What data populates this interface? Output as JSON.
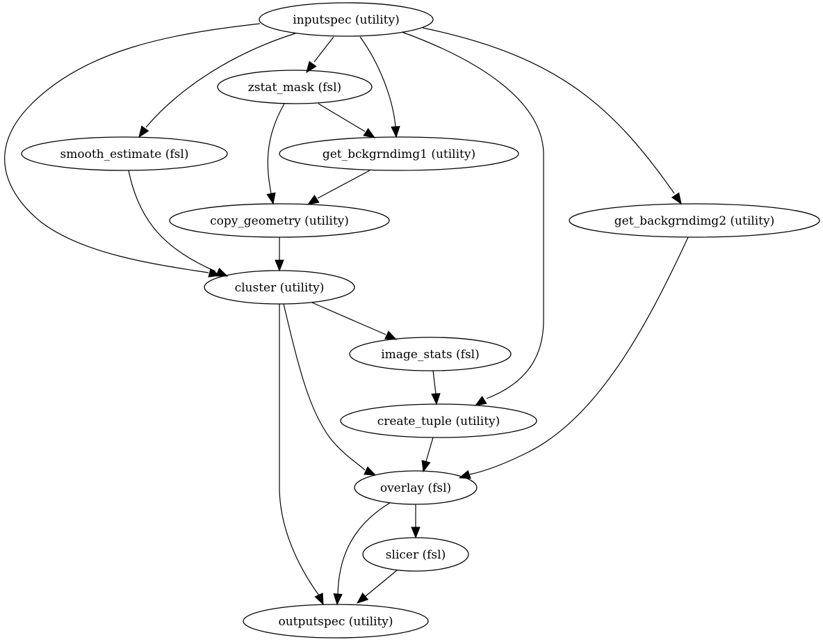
{
  "graph": {
    "type": "directed-workflow",
    "nodes": [
      {
        "id": "inputspec",
        "label": "inputspec (utility)"
      },
      {
        "id": "zstat_mask",
        "label": "zstat_mask (fsl)"
      },
      {
        "id": "smooth_estimate",
        "label": "smooth_estimate (fsl)"
      },
      {
        "id": "get_bckgrndimg1",
        "label": "get_bckgrndimg1 (utility)"
      },
      {
        "id": "copy_geometry",
        "label": "copy_geometry (utility)"
      },
      {
        "id": "get_backgrndimg2",
        "label": "get_backgrndimg2 (utility)"
      },
      {
        "id": "cluster",
        "label": "cluster (utility)"
      },
      {
        "id": "image_stats",
        "label": "image_stats (fsl)"
      },
      {
        "id": "create_tuple",
        "label": "create_tuple (utility)"
      },
      {
        "id": "overlay",
        "label": "overlay (fsl)"
      },
      {
        "id": "slicer",
        "label": "slicer (fsl)"
      },
      {
        "id": "outputspec",
        "label": "outputspec (utility)"
      }
    ],
    "edges": [
      {
        "from": "inputspec",
        "to": "zstat_mask"
      },
      {
        "from": "inputspec",
        "to": "smooth_estimate"
      },
      {
        "from": "inputspec",
        "to": "get_bckgrndimg1"
      },
      {
        "from": "inputspec",
        "to": "cluster"
      },
      {
        "from": "inputspec",
        "to": "create_tuple"
      },
      {
        "from": "inputspec",
        "to": "get_backgrndimg2"
      },
      {
        "from": "zstat_mask",
        "to": "get_bckgrndimg1"
      },
      {
        "from": "zstat_mask",
        "to": "copy_geometry"
      },
      {
        "from": "get_bckgrndimg1",
        "to": "copy_geometry"
      },
      {
        "from": "smooth_estimate",
        "to": "cluster"
      },
      {
        "from": "copy_geometry",
        "to": "cluster"
      },
      {
        "from": "cluster",
        "to": "image_stats"
      },
      {
        "from": "cluster",
        "to": "overlay"
      },
      {
        "from": "cluster",
        "to": "outputspec"
      },
      {
        "from": "image_stats",
        "to": "create_tuple"
      },
      {
        "from": "create_tuple",
        "to": "overlay"
      },
      {
        "from": "get_backgrndimg2",
        "to": "overlay"
      },
      {
        "from": "overlay",
        "to": "slicer"
      },
      {
        "from": "overlay",
        "to": "outputspec"
      },
      {
        "from": "slicer",
        "to": "outputspec"
      }
    ]
  }
}
